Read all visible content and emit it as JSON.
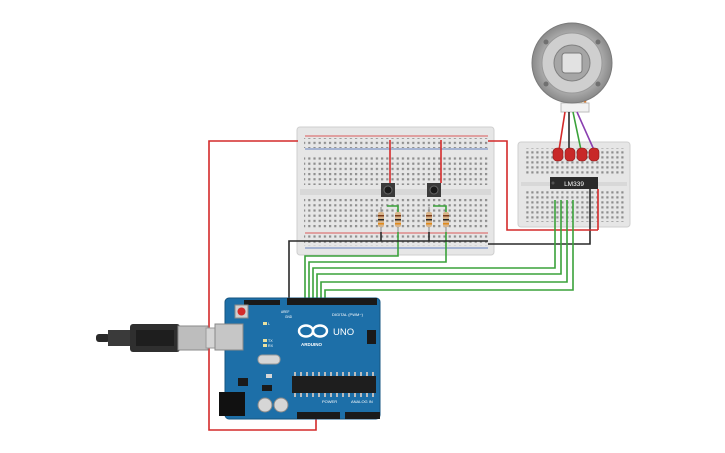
{
  "arduino": {
    "brand": "ARDUINO",
    "model": "UNO",
    "digital_label": "DIGITAL (PWM~)",
    "power_label": "POWER",
    "analog_label": "ANALOG IN",
    "tx_label": "TX",
    "rx_label": "RX",
    "aref_label": "AREF",
    "gnd_label": "GND",
    "l_label": "L"
  },
  "chip": {
    "label": "LM339"
  },
  "colors": {
    "red_wire": "#d42a2a",
    "black_wire": "#2a2a2a",
    "green_wire": "#3aa23a",
    "purple_wire": "#8a3fb0",
    "board_blue": "#1d6fa8",
    "breadboard": "#e7e7e7",
    "led_red": "#c82828"
  },
  "icons": {
    "usb_cable": "usb-cable-icon",
    "motor": "motor-icon",
    "pushbutton": "pushbutton-icon",
    "resistor": "resistor-icon",
    "led": "led-icon"
  }
}
